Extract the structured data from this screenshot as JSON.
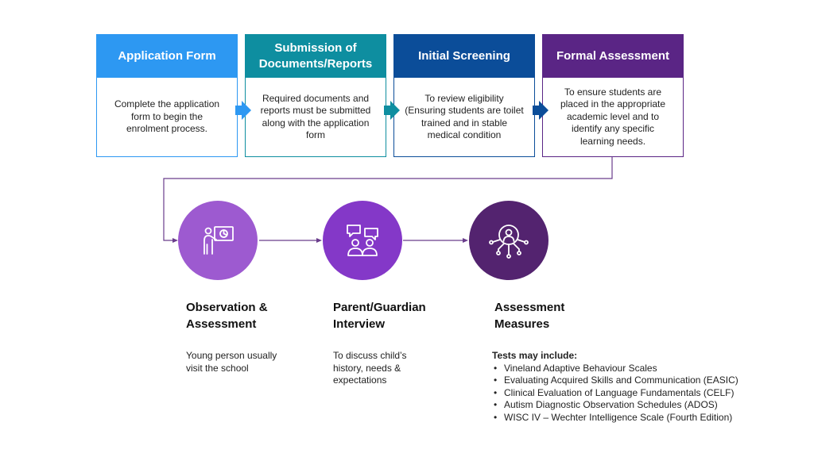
{
  "colors": {
    "application_form": "#2d98f2",
    "submission": "#0e8ea0",
    "initial_screening": "#0b4d99",
    "formal_assessment": "#5a2585",
    "observation_circle": "#9d5ad0",
    "interview_circle": "#8438c8",
    "measures_circle": "#53236f",
    "connector": "#6a3d8c"
  },
  "process_steps": [
    {
      "title": "Application Form",
      "description": "Complete the application form to begin the enrolment process."
    },
    {
      "title": "Submission of Documents/Reports",
      "description": "Required documents and reports must be submitted along with the application form"
    },
    {
      "title": "Initial Screening",
      "description": "To review eligibility (Ensuring students are toilet trained and in stable medical condition"
    },
    {
      "title": "Formal Assessment",
      "description": "To ensure students are placed in the appropriate academic level and to identify any specific learning needs."
    }
  ],
  "assessment_steps": [
    {
      "icon": "presentation-icon",
      "title": "Observation & Assessment",
      "description": "Young person usually visit the school"
    },
    {
      "icon": "discussion-icon",
      "title": "Parent/Guardian Interview",
      "description": "To discuss child’s history, needs & expectations"
    },
    {
      "icon": "network-person-icon",
      "title": "Assessment Measures",
      "tests_heading": "Tests may include:",
      "tests": [
        "Vineland Adaptive Behaviour Scales",
        "Evaluating Acquired Skills and Communication (EASIC)",
        "Clinical Evaluation of Language Fundamentals (CELF)",
        "Autism Diagnostic Observation Schedules (ADOS)",
        "WISC IV – Wechter Intelligence Scale (Fourth Edition)"
      ]
    }
  ]
}
